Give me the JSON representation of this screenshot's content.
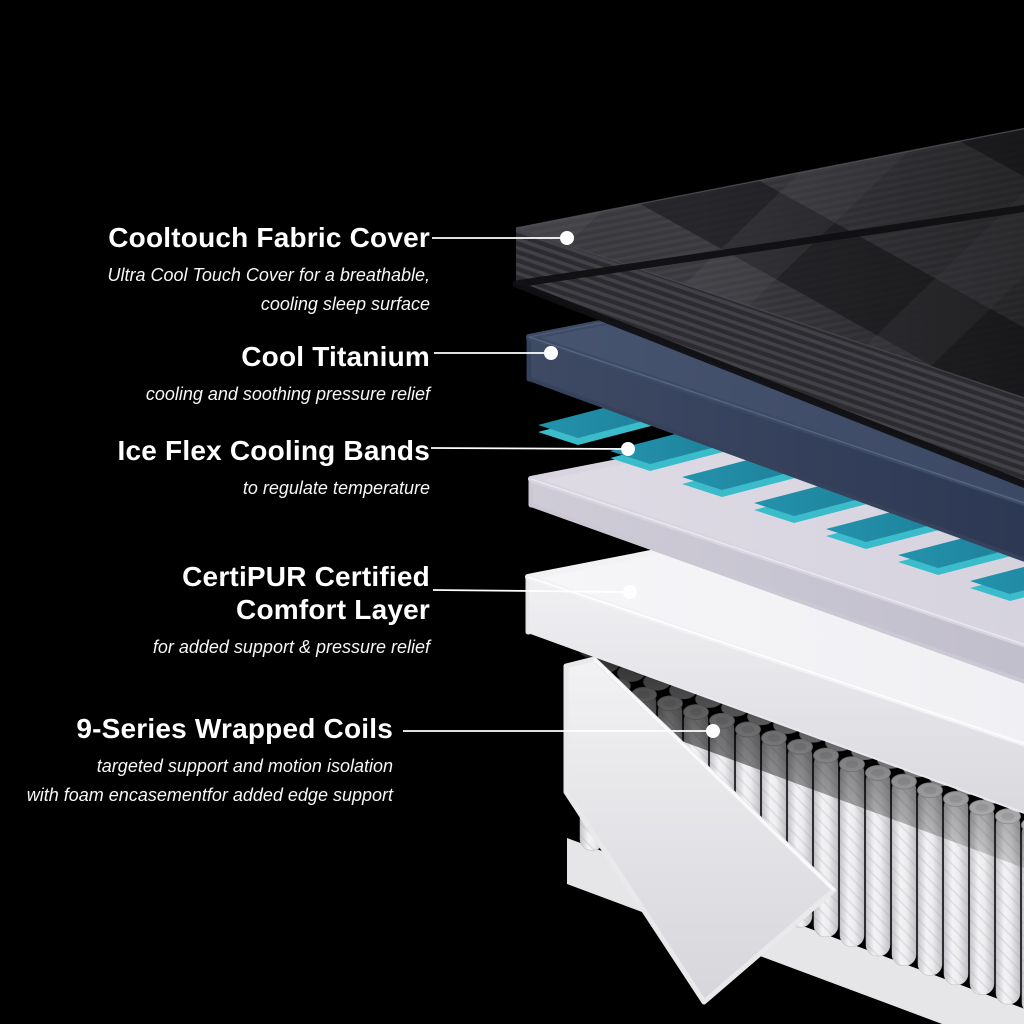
{
  "colors": {
    "background": "#000000",
    "text": "#ffffff",
    "leader_line": "#ffffff",
    "fabric_cover": "#37373b",
    "cool_titanium": "#3e4b65",
    "cooling_band": "#1a7b94",
    "cooling_band_edge": "#3bbccb",
    "upper_comfort_foam": "#d7d4de",
    "comfort_layer": "#f1f1f4",
    "coils": "#e7e7ea"
  },
  "labels": [
    {
      "title_lines": [
        "Cooltouch Fabric Cover"
      ],
      "desc_lines": [
        "Ultra Cool Touch Cover for a breathable,",
        "cooling sleep surface"
      ]
    },
    {
      "title_lines": [
        "Cool Titanium"
      ],
      "desc_lines": [
        "cooling and soothing pressure relief"
      ]
    },
    {
      "title_lines": [
        "Ice Flex Cooling Bands"
      ],
      "desc_lines": [
        "to regulate temperature"
      ]
    },
    {
      "title_lines": [
        "CertiPUR Certified",
        "Comfort Layer"
      ],
      "desc_lines": [
        "for added support & pressure relief"
      ]
    },
    {
      "title_lines": [
        "9-Series Wrapped Coils"
      ],
      "desc_lines": [
        "targeted support and motion isolation",
        "with foam encasementfor added edge support"
      ]
    }
  ]
}
